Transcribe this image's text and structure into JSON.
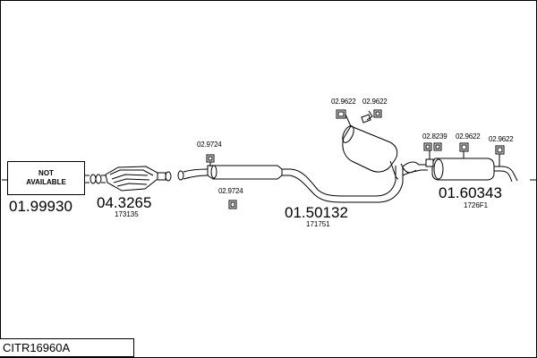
{
  "diagram_code": "CITR16960A",
  "not_available": [
    "NOT",
    "AVAILABLE"
  ],
  "parts": {
    "front_pipe": {
      "code": "01.99930"
    },
    "catalyst": {
      "code": "04.3265",
      "ref": "173135"
    },
    "middle_section": {
      "code": "01.50132",
      "ref": "171751"
    },
    "rear_silencer": {
      "code": "01.60343",
      "ref": "1726F1"
    }
  },
  "hangers": {
    "h1": "02.9724",
    "h2": "02.9724",
    "h3": "02.9622",
    "h4": "02.9622",
    "h5": "02.8239",
    "h6": "02.9622",
    "h7": "02.9622"
  }
}
